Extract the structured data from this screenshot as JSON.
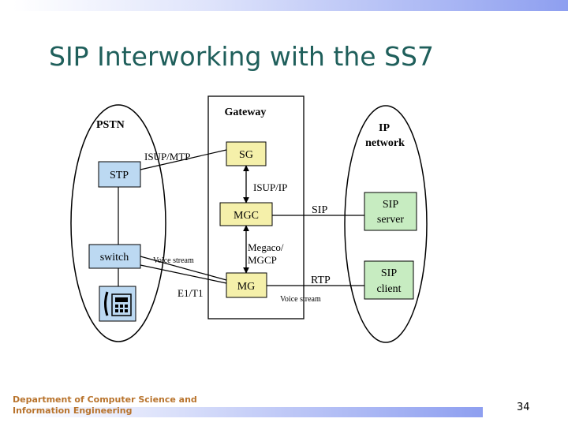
{
  "slide": {
    "title": "SIP Interworking with the SS7",
    "footer": "Department of Computer Science and Information Engineering",
    "page_number": "34"
  },
  "diagram": {
    "pstn_label": "PSTN",
    "gateway_label": "Gateway",
    "ip_network_label_line1": "IP",
    "ip_network_label_line2": "network",
    "boxes": {
      "stp": "STP",
      "switch": "switch",
      "sg": "SG",
      "mgc": "MGC",
      "mg": "MG",
      "sip_server_line1": "SIP",
      "sip_server_line2": "server",
      "sip_client_line1": "SIP",
      "sip_client_line2": "client"
    },
    "links": {
      "isup_mtp": "ISUP/MTP",
      "isup_ip": "ISUP/IP",
      "sip": "SIP",
      "megaco_line1": "Megaco/",
      "megaco_line2": "MGCP",
      "voice_stream_left": "Voice stream",
      "voice_stream_right": "Voice stream",
      "rtp": "RTP",
      "e1t1": "E1/T1"
    },
    "colors": {
      "box_blue": "#bcd9f2",
      "box_green": "#c7ecc1",
      "box_yellow": "#f5f0aa"
    }
  }
}
